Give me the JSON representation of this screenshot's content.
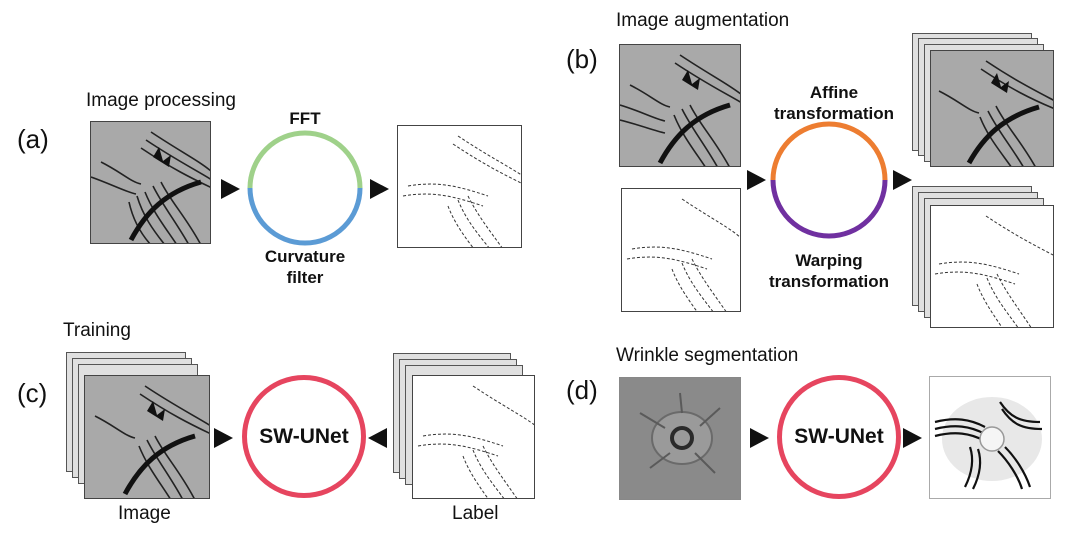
{
  "panel_a": {
    "letter": "(a)",
    "title": "Image processing",
    "top_label": "FFT",
    "bottom_label": "Curvature\nfilter"
  },
  "panel_b": {
    "letter": "(b)",
    "title": "Image augmentation",
    "top_label": "Affine\ntransformation",
    "bottom_label": "Warping\ntransformation"
  },
  "panel_c": {
    "letter": "(c)",
    "title": "Training",
    "net_label": "SW-UNet",
    "left_caption": "Image",
    "right_caption": "Label"
  },
  "panel_d": {
    "letter": "(d)",
    "title": "Wrinkle segmentation",
    "net_label": "SW-UNet"
  },
  "colors": {
    "fft": "#9fd18a",
    "curvature": "#5b9bd5",
    "affine": "#ed7d31",
    "warping": "#7030a0",
    "unet": "#e6455f"
  }
}
